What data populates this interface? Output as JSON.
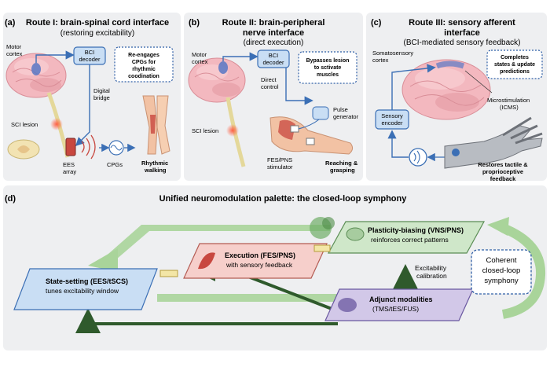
{
  "panel_a": {
    "letter": "(a)",
    "title": "Route I: brain-spinal cord interface",
    "subtitle": "(restoring excitability)",
    "labels": {
      "motor_cortex_1": "Motor",
      "motor_cortex_2": "cortex",
      "decoder_1": "BCI",
      "decoder_2": "decoder",
      "bridge_1": "Digital",
      "bridge_2": "bridge",
      "lesion": "SCI lesion",
      "ees_1": "EES",
      "ees_2": "array",
      "cpgs": "CPGs",
      "walking_1": "Rhythmic",
      "walking_2": "walking"
    },
    "note": [
      "Re-engages",
      "CPGs for",
      "rhythmic",
      "coodination"
    ]
  },
  "panel_b": {
    "letter": "(b)",
    "title_1": "Route II: brain-peripheral",
    "title_2": "nerve interface",
    "subtitle": "(direct execution)",
    "labels": {
      "motor_cortex_1": "Motor",
      "motor_cortex_2": "cortex",
      "decoder_1": "BCI",
      "decoder_2": "decoder",
      "direct_1": "Direct",
      "direct_2": "control",
      "pulse_1": "Pulse",
      "pulse_2": "generator",
      "lesion": "SCI lesion",
      "stim_1": "FES/PNS",
      "stim_2": "stimulator",
      "reach_1": "Reaching &",
      "reach_2": "grasping"
    },
    "note": [
      "Bypasses lesion",
      "to sctivate",
      "muscles"
    ]
  },
  "panel_c": {
    "letter": "(c)",
    "title_1": "Route III: sensory afferent",
    "title_2": "interface",
    "subtitle": "(BCI-mediated sensory feedback)",
    "labels": {
      "somato_1": "Somatosensory",
      "somato_2": "cortex",
      "icms_1": "Microstimulation",
      "icms_2": "(ICMS)",
      "encoder_1": "Sensory",
      "encoder_2": "encoder",
      "restore_1": "Restores tactile &",
      "restore_2": "proprioceptive",
      "restore_3": "feedback"
    },
    "note": [
      "Completes",
      "states & update",
      "predictions"
    ]
  },
  "panel_d": {
    "letter": "(d)",
    "title": "Unified neuromodulation palette: the closed-loop symphony",
    "plasticity_title": "Plasticity-biasing (VNS/PNS)",
    "plasticity_sub": "reinforces correct patterns",
    "execution_title": "Execution (FES/PNS)",
    "execution_sub": "with sensory feedback",
    "state_title": "State-setting (EES/tSCS)",
    "state_sub": "tunes excitability window",
    "adjunct_title": "Adjunct modalities",
    "adjunct_sub": "(TMS/tES/FUS)",
    "calib_1": "Excitability",
    "calib_2": "calibration",
    "symphony": [
      "Coherent",
      "closed-loop",
      "symphony"
    ]
  },
  "colors": {
    "panel_bg": "#eeeff1",
    "blue": "#3b6fb5",
    "note_border": "#2f5fa6",
    "green_arrow": "#a9d49a",
    "dark_green": "#2f5a2c",
    "plasticity": "#cfe7c9",
    "execution": "#f6cfcb",
    "state": "#c9def4",
    "adjunct": "#d2c8e8"
  }
}
